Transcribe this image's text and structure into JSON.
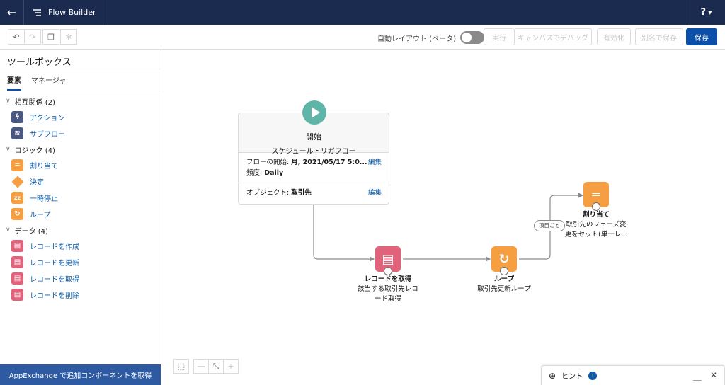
{
  "app": {
    "title": "Flow Builder",
    "help_label": "?"
  },
  "toolbar": {
    "auto_layout_label": "自動レイアウト (ベータ)",
    "auto_layout_on": false,
    "buttons": {
      "run": "実行",
      "debug": "キャンバスでデバッグ",
      "activate": "有効化",
      "save_as": "別名で保存",
      "save": "保存"
    }
  },
  "toolbox": {
    "title": "ツールボックス",
    "tabs": [
      "要素",
      "マネージャ"
    ],
    "active_tab": "要素",
    "sections": [
      {
        "label": "相互関係 (2)",
        "items": [
          {
            "label": "アクション",
            "icon": "lightning-icon",
            "color": "#4a5780"
          },
          {
            "label": "サブフロー",
            "icon": "flow-icon",
            "color": "#4a5780"
          }
        ]
      },
      {
        "label": "ロジック (4)",
        "items": [
          {
            "label": "割り当て",
            "icon": "assignment-icon",
            "color": "#f59e42"
          },
          {
            "label": "決定",
            "icon": "decision-icon",
            "color": "#f59e42"
          },
          {
            "label": "一時停止",
            "icon": "pause-icon",
            "color": "#f59e42"
          },
          {
            "label": "ループ",
            "icon": "loop-icon",
            "color": "#f59e42"
          }
        ]
      },
      {
        "label": "データ (4)",
        "items": [
          {
            "label": "レコードを作成",
            "icon": "record-create-icon",
            "color": "#e0637b"
          },
          {
            "label": "レコードを更新",
            "icon": "record-update-icon",
            "color": "#e0637b"
          },
          {
            "label": "レコードを取得",
            "icon": "record-lookup-icon",
            "color": "#e0637b"
          },
          {
            "label": "レコードを削除",
            "icon": "record-delete-icon",
            "color": "#e0637b"
          }
        ]
      }
    ],
    "footer_button": "AppExchange で追加コンポーネントを取得"
  },
  "canvas": {
    "start": {
      "title": "開始",
      "subtitle": "スケジュールトリガフロー",
      "start_label": "フローの開始:",
      "start_value": "月, 2021/05/17 5:0...",
      "frequency_label": "頻度:",
      "frequency_value": "Daily",
      "object_label": "オブジェクト:",
      "object_value": "取引先",
      "edit": "編集"
    },
    "get_records": {
      "title": "レコードを取得",
      "line1": "該当する取引先レコ",
      "line2": "ード取得"
    },
    "loop": {
      "title": "ループ",
      "line1": "取引先更新ループ"
    },
    "assignment": {
      "title": "割り当て",
      "line1": "取引先のフェーズ変",
      "line2": "更をセット(単一レ..."
    },
    "loop_tag": "項目ごと"
  },
  "hint": {
    "label": "ヒント",
    "count": "1"
  },
  "colors": {
    "topbar": "#1b2b50",
    "primary": "#0b4fa8",
    "start": "#5fb5a8",
    "logic": "#f59e42",
    "data": "#e0637b"
  }
}
